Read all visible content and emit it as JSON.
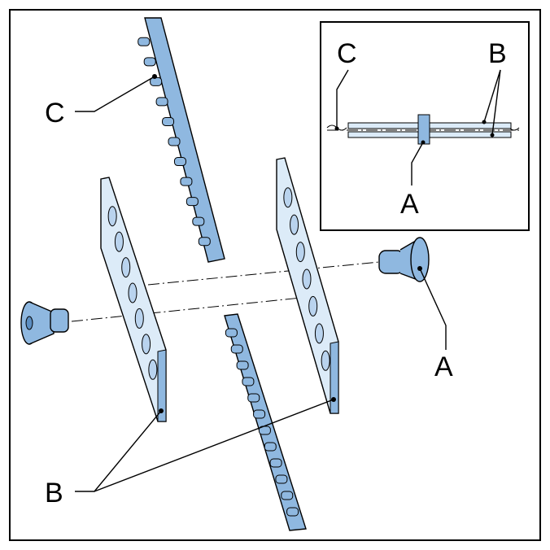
{
  "main_labels": {
    "A": "A",
    "B": "B",
    "C": "C"
  },
  "inset_labels": {
    "A": "A",
    "B": "B",
    "C": "C"
  },
  "colors": {
    "part_blue": "#8fb8e0",
    "part_light": "#dcebf8",
    "part_dark": "#5d8fc2",
    "outline": "#000000"
  }
}
